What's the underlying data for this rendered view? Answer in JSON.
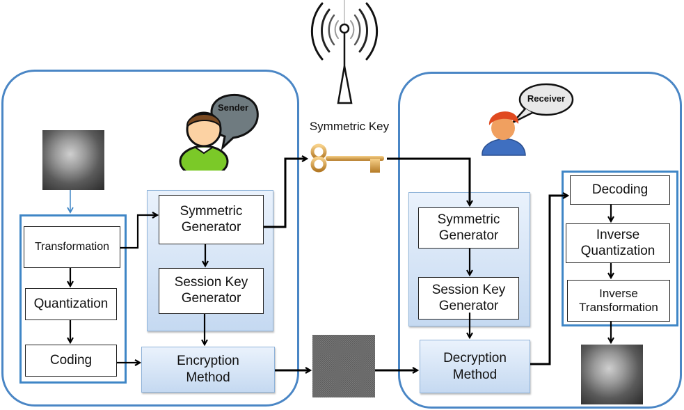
{
  "sender": {
    "bubble_label": "Sender",
    "blocks": {
      "transformation": "Transformation",
      "quantization": "Quantization",
      "coding": "Coding",
      "symmetric_generator": "Symmetric\nGenerator",
      "session_key_generator": "Session Key\nGenerator",
      "encryption_method": "Encryption\nMethod"
    }
  },
  "channel": {
    "key_label": "Symmetric Key"
  },
  "receiver": {
    "bubble_label": "Receiver",
    "blocks": {
      "symmetric_generator": "Symmetric\nGenerator",
      "session_key_generator": "Session Key\nGenerator",
      "decryption_method": "Decryption\nMethod",
      "decoding": "Decoding",
      "inverse_quantization": "Inverse\nQuantization",
      "inverse_transformation": "Inverse\nTransformation"
    }
  },
  "colors": {
    "panel_border": "#4a86c5",
    "block_fill_top": "#eaf2fc",
    "block_fill_bottom": "#c5d9f1",
    "arrow": "#000000"
  }
}
